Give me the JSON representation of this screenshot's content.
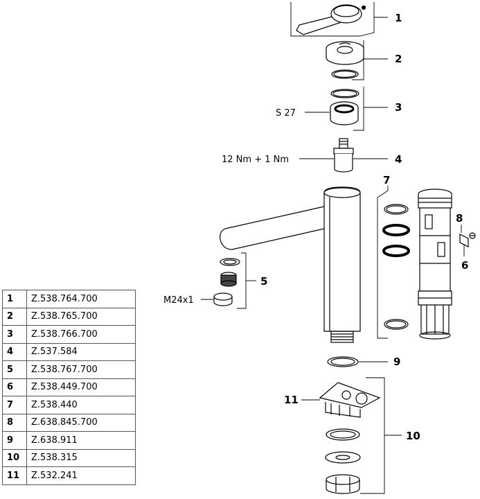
{
  "callouts": {
    "c1": "1",
    "c2": "2",
    "c3": "3",
    "c4": "4",
    "c5": "5",
    "c6": "6",
    "c7": "7",
    "c8": "8",
    "c9": "9",
    "c10": "10",
    "c11": "11"
  },
  "annotations": {
    "s27": "S 27",
    "torque": "12 Nm + 1 Nm",
    "thread": "M24x1"
  },
  "parts": [
    {
      "num": "1",
      "code": "Z.538.764.700"
    },
    {
      "num": "2",
      "code": "Z.538.765.700"
    },
    {
      "num": "3",
      "code": "Z.538.766.700"
    },
    {
      "num": "4",
      "code": "Z.537.584"
    },
    {
      "num": "5",
      "code": "Z.538.767.700"
    },
    {
      "num": "6",
      "code": "Z.538.449.700"
    },
    {
      "num": "7",
      "code": "Z.538.440"
    },
    {
      "num": "8",
      "code": "Z.638.845.700"
    },
    {
      "num": "9",
      "code": "Z.638.911"
    },
    {
      "num": "10",
      "code": "Z.538.315"
    },
    {
      "num": "11",
      "code": "Z.532.241"
    }
  ]
}
